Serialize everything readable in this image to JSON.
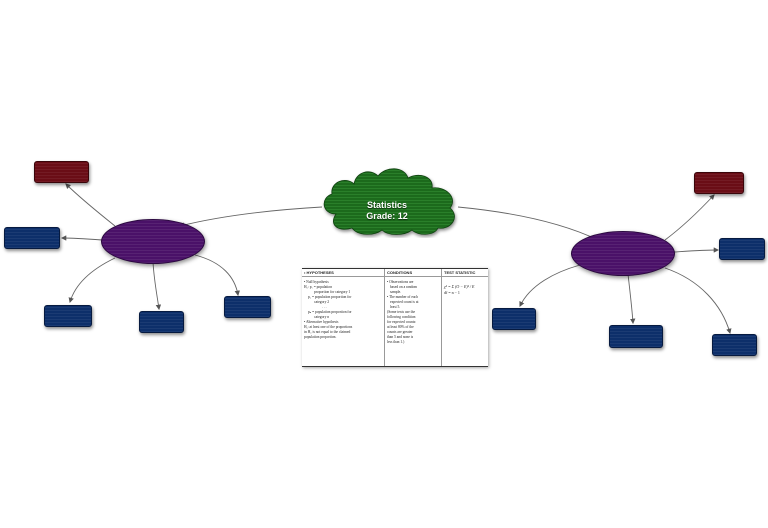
{
  "central_topic": {
    "title_line1": "Statistics",
    "title_line2": "Grade: 12",
    "color": "#1f6b1f"
  },
  "node_colors": {
    "red": "#6a0d16",
    "blue": "#0d2f6a",
    "purple": "#4a1168"
  },
  "reference_table": {
    "headers": [
      "• HYPOTHESES",
      "CONDITIONS",
      "TEST STATISTIC"
    ],
    "hypotheses_lines": [
      "• Null hypothesis",
      "H₀: p₁ = population",
      "proportion for category 1",
      "p₂ = population proportion for",
      "category 2",
      ". . .",
      "pₙ = population proportion for",
      "category n",
      "• Alternative hypothesis",
      "Hₐ: at least one of the proportions",
      "in H₀ is not equal to the claimed",
      "population proportion."
    ],
    "conditions_lines": [
      "• Observations are",
      "based on a random",
      "sample.",
      "• The number of each",
      "expected count is at",
      "least 5.",
      "(Some texts use the",
      "following condition",
      "for expected counts:",
      "at least 80% of the",
      "counts are greater",
      "than 5 and none is",
      "less than 1.)"
    ],
    "statistic_formula": "χ² = Σ (O − E)² / E",
    "statistic_df": "df = n − 1"
  }
}
